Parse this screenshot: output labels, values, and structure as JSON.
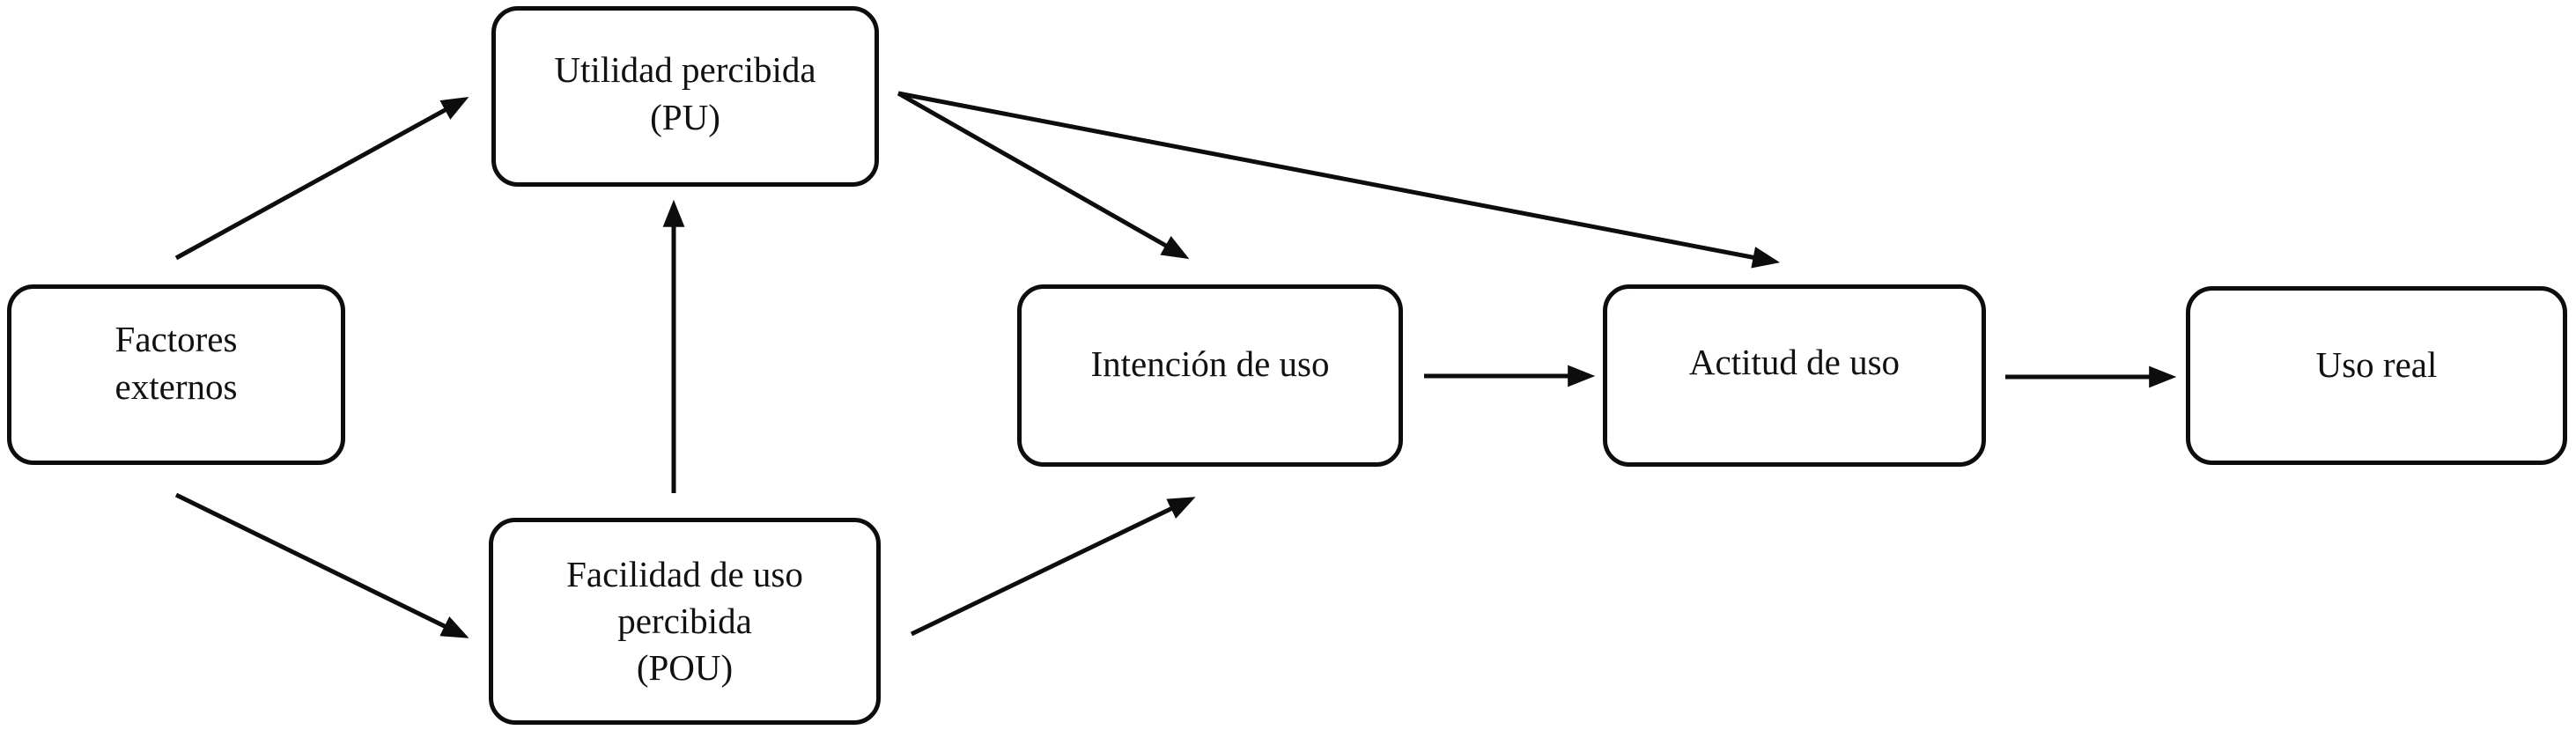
{
  "diagram": {
    "type": "flowchart",
    "background": "#ffffff",
    "stroke_color": "#0d0d0d",
    "text_color": "#111111",
    "nodes": {
      "factores_externos": {
        "label": "Factores externos",
        "lines": [
          "Factores",
          "externos"
        ]
      },
      "utilidad_percibida": {
        "label": "Utilidad percibida (PU)",
        "lines": [
          "Utilidad percibida",
          "(PU)"
        ]
      },
      "facilidad_de_uso_percibida": {
        "label": "Facilidad de uso percibida (POU)",
        "lines": [
          "Facilidad de uso",
          "percibida",
          "(POU)"
        ]
      },
      "intencion_de_uso": {
        "label": "Intención de uso",
        "lines": [
          "Intención de uso"
        ]
      },
      "actitud_de_uso": {
        "label": "Actitud de uso",
        "lines": [
          "Actitud de uso"
        ]
      },
      "uso_real": {
        "label": "Uso real",
        "lines": [
          "Uso real"
        ]
      }
    },
    "edges": [
      {
        "from": "factores_externos",
        "to": "utilidad_percibida"
      },
      {
        "from": "factores_externos",
        "to": "facilidad_de_uso_percibida"
      },
      {
        "from": "facilidad_de_uso_percibida",
        "to": "utilidad_percibida"
      },
      {
        "from": "utilidad_percibida",
        "to": "intencion_de_uso"
      },
      {
        "from": "utilidad_percibida",
        "to": "actitud_de_uso"
      },
      {
        "from": "facilidad_de_uso_percibida",
        "to": "intencion_de_uso"
      },
      {
        "from": "intencion_de_uso",
        "to": "actitud_de_uso"
      },
      {
        "from": "actitud_de_uso",
        "to": "uso_real"
      }
    ]
  }
}
